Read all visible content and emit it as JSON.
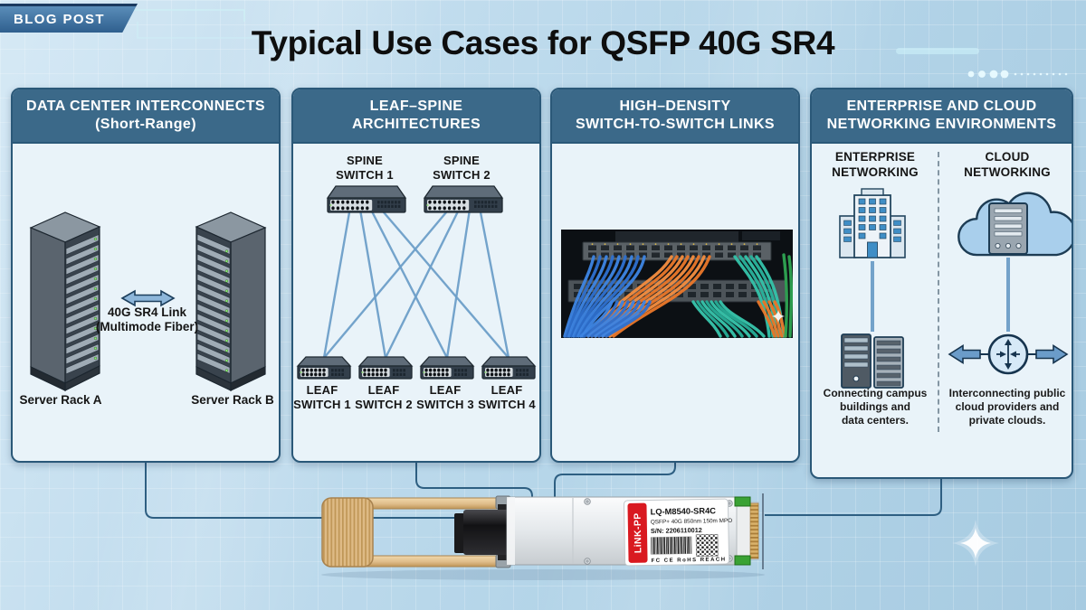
{
  "badge": {
    "label": "BLOG POST"
  },
  "title": "Typical Use Cases for QSFP 40G SR4",
  "panels": {
    "datacenter": {
      "header": [
        "DATA CENTER INTERCONNECTS",
        "(Short-Range)"
      ],
      "racks": [
        "Server Rack A",
        "Server Rack B"
      ],
      "link_label": [
        "40G SR4 Link",
        "(Multimode Fiber)"
      ]
    },
    "leafspine": {
      "header": [
        "LEAF–SPINE",
        "ARCHITECTURES"
      ],
      "spines": [
        [
          "SPINE",
          "SWITCH 1"
        ],
        [
          "SPINE",
          "SWITCH 2"
        ]
      ],
      "leaves": [
        [
          "LEAF",
          "SWITCH 1"
        ],
        [
          "LEAF",
          "SWITCH 2"
        ],
        [
          "LEAF",
          "SWITCH 3"
        ],
        [
          "LEAF",
          "SWITCH 4"
        ]
      ]
    },
    "highdensity": {
      "header": [
        "HIGH–DENSITY",
        "SWITCH-TO-SWITCH LINKS"
      ]
    },
    "enterprisecloud": {
      "header": [
        "ENTERPRISE AND CLOUD",
        "NETWORKING ENVIRONMENTS"
      ],
      "enterprise": {
        "title": [
          "ENTERPRISE",
          "NETWORKING"
        ],
        "caption": [
          "Connecting campus",
          "buildings and",
          "data centers."
        ]
      },
      "cloud": {
        "title": [
          "CLOUD",
          "NETWORKING"
        ],
        "caption": [
          "Interconnecting public",
          "cloud providers and",
          "private clouds."
        ]
      }
    }
  },
  "transceiver": {
    "brand": "LiNK-PP",
    "model": "LQ-M8540-SR4C",
    "spec": "QSFP+ 40G 850nm 150m MPO",
    "serial": "S/N: 2206110012",
    "certifications": "FC  CE  RoHS  REACH"
  },
  "colors": {
    "panel_header": "#3b6989",
    "panel_body": "#e9f3f9",
    "connector": "#2e5f82",
    "mesh_link": "#6d9fc9",
    "brand_red": "#d91920",
    "gold": "#dfbd8b"
  }
}
